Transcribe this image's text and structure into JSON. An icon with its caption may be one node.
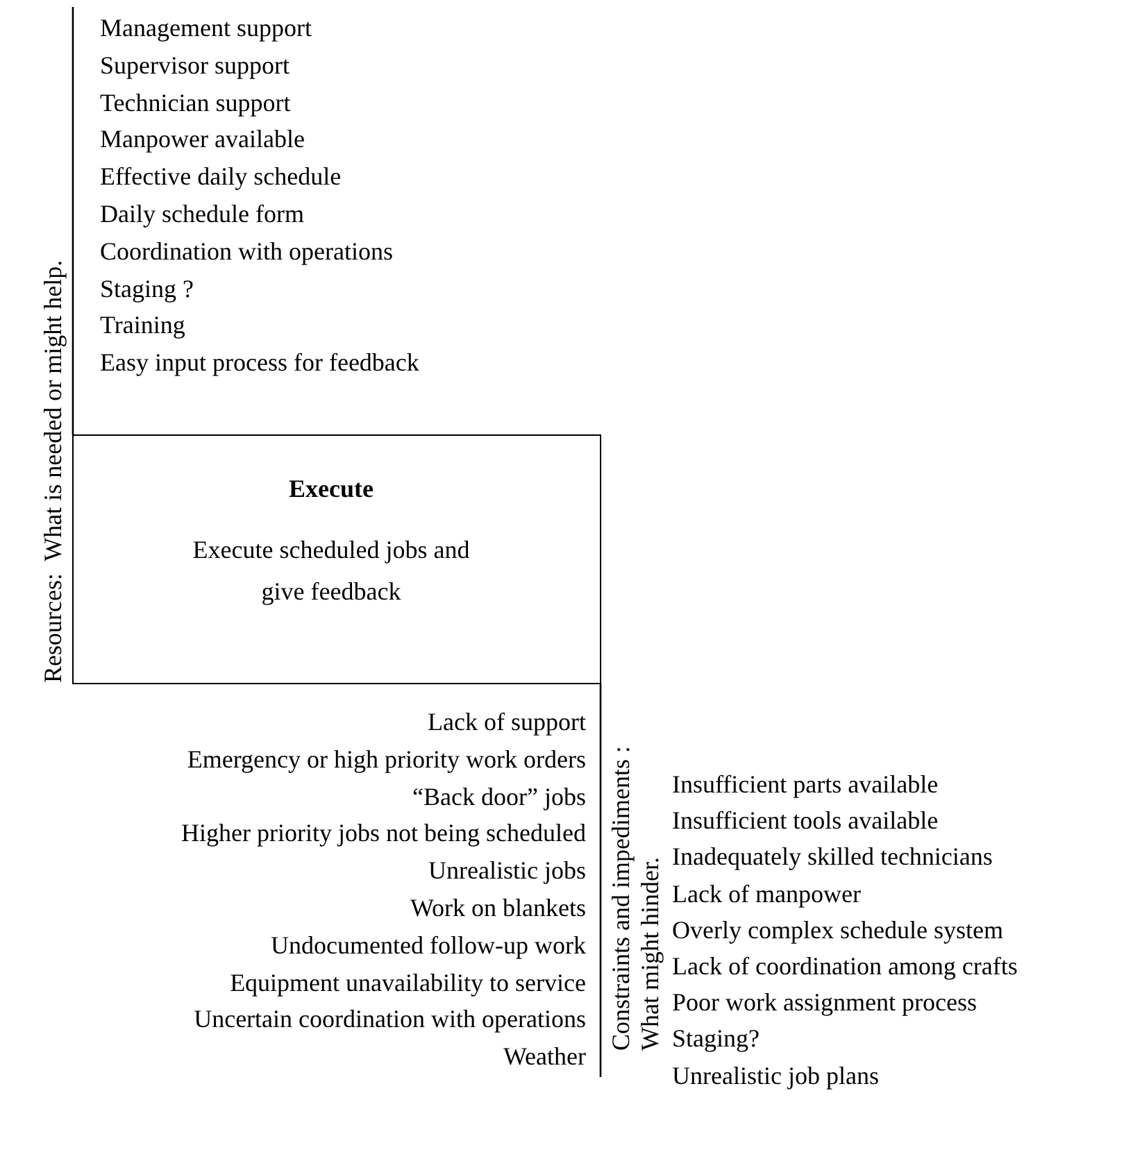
{
  "diagram": {
    "nodes": [
      {
        "text": [
          "Execute",
          "Execute scheduled jobs and give feedback"
        ]
      }
    ],
    "edges": [],
    "labels": [
      "Resources:  What is needed or might help.",
      "Management support",
      "Supervisor support",
      "Technician support",
      "Manpower available",
      "Effective daily schedule",
      "Daily schedule form",
      "Coordination with operations",
      "Staging ?",
      "Training",
      "Easy input process for feedback",
      "Lack of support",
      "Emergency or high priority work orders",
      "“Back door” jobs",
      "Higher priority jobs not being scheduled",
      "Unrealistic jobs",
      "Work on blankets",
      "Undocumented follow-up work",
      "Equipment unavailability to service",
      "Uncertain coordination with operations",
      "Weather",
      "Constraints and impediments :",
      "What might hinder.",
      "Insufficient parts available",
      "Insufficient tools available",
      "Inadequately skilled technicians",
      "Lack of manpower",
      "Overly complex schedule system",
      "Lack of coordination among crafts",
      "Poor work assignment process",
      "Staging?",
      "Unrealistic job plans"
    ]
  }
}
